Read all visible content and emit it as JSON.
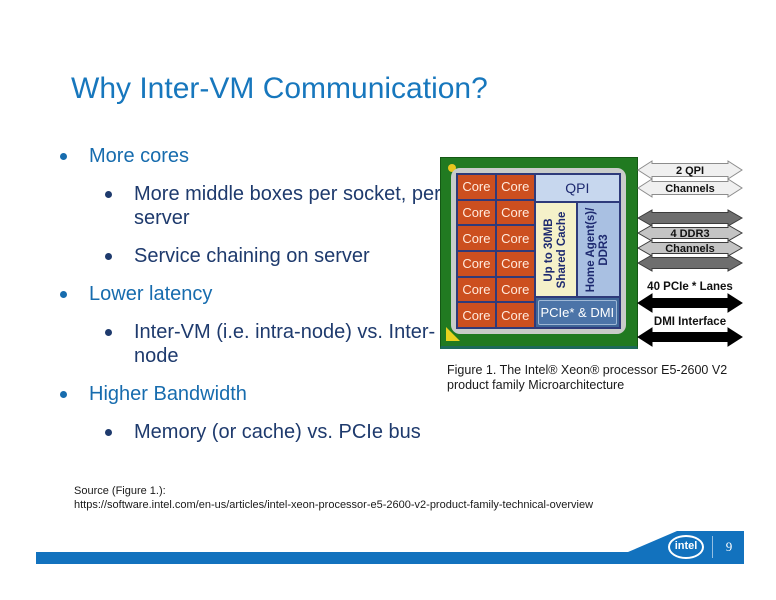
{
  "slide": {
    "title": "Why Inter-VM Communication?",
    "colors": {
      "title_blue": "#1777bd",
      "bullet_l1_blue": "#176cae",
      "bullet_l2_navy": "#1e3a6d",
      "footer_blue": "#1272be",
      "chip_green": "#217a21",
      "core_orange": "#cc4f1f",
      "qpi_light_blue": "#c7d7ee",
      "cache_yellow": "#f5f1c9",
      "home_agent_blue": "#a9c0e2",
      "pcie_steel_blue": "#4c74a8"
    }
  },
  "bullets": [
    {
      "level": 1,
      "text": "More cores"
    },
    {
      "level": 2,
      "text": "More middle boxes per socket, per server"
    },
    {
      "level": 2,
      "text": "Service chaining on server"
    },
    {
      "level": 1,
      "text": "Lower latency"
    },
    {
      "level": 2,
      "text": "Inter-VM (i.e. intra-node) vs. Inter-node"
    },
    {
      "level": 1,
      "text": "Higher Bandwidth"
    },
    {
      "level": 2,
      "text": "Memory (or cache) vs. PCIe bus"
    }
  ],
  "figure": {
    "chip": {
      "core_label": "Core",
      "core_count": 12,
      "qpi_label": "QPI",
      "cache_line1": "Up to 30MB",
      "cache_line2": "Shared Cache",
      "home_line1": "Home Agent(s)/",
      "home_line2": "DDR3",
      "pcie_label": "PCIe* & DMI"
    },
    "arrows": {
      "qpi_line1": "2 QPI",
      "qpi_line2": "Channels",
      "ddr3_line1": "4 DDR3",
      "ddr3_line2": "Channels",
      "pcie_label": "40 PCIe * Lanes",
      "dmi_label": "DMI Interface"
    },
    "caption_line1": "Figure 1. The Intel® Xeon® processor E5-2600 V2",
    "caption_line2": "product family Microarchitecture"
  },
  "source": {
    "label": "Source (Figure 1.):",
    "url": "https://software.intel.com/en-us/articles/intel-xeon-processor-e5-2600-v2-product-family-technical-overview"
  },
  "footer": {
    "logo_text": "intel",
    "page_number": "9"
  }
}
